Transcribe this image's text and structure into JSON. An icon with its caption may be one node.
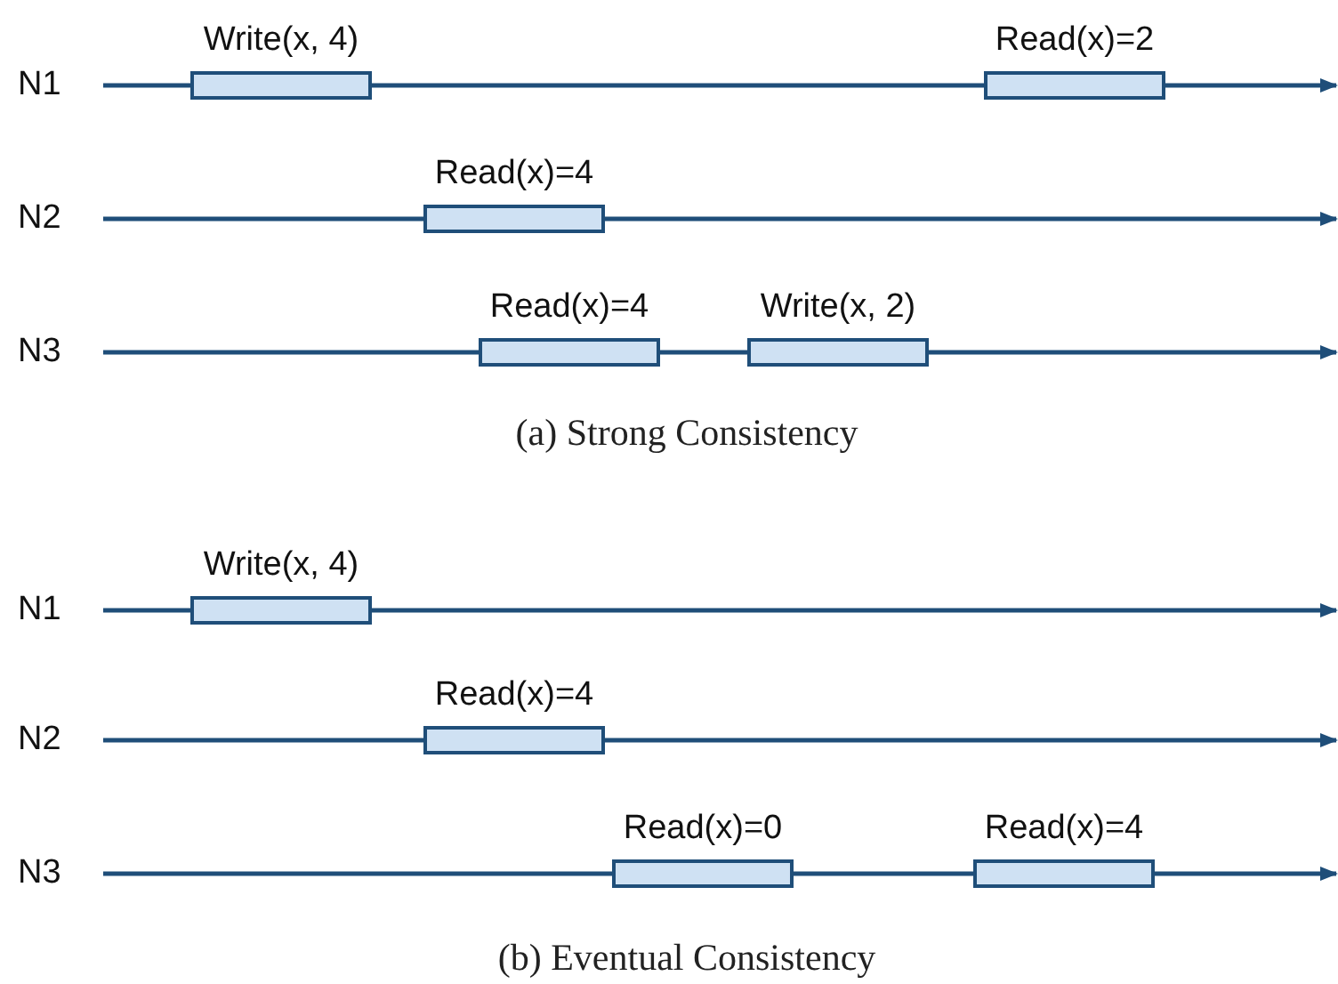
{
  "diagram": {
    "nodes": [
      {
        "text": [
          "Write(x, 4)"
        ]
      },
      {
        "text": [
          "Read(x)=2"
        ]
      },
      {
        "text": [
          "Read(x)=4"
        ]
      },
      {
        "text": [
          "Read(x)=4"
        ]
      },
      {
        "text": [
          "Write(x, 2)"
        ]
      },
      {
        "text": [
          "Write(x, 4)"
        ]
      },
      {
        "text": [
          "Read(x)=4"
        ]
      },
      {
        "text": [
          "Read(x)=0"
        ]
      },
      {
        "text": [
          "Read(x)=4"
        ]
      }
    ],
    "labels": [
      "N1",
      "N2",
      "N3",
      "(a) Strong Consistency",
      "N1",
      "N2",
      "N3",
      "(b) Eventual Consistency"
    ]
  }
}
